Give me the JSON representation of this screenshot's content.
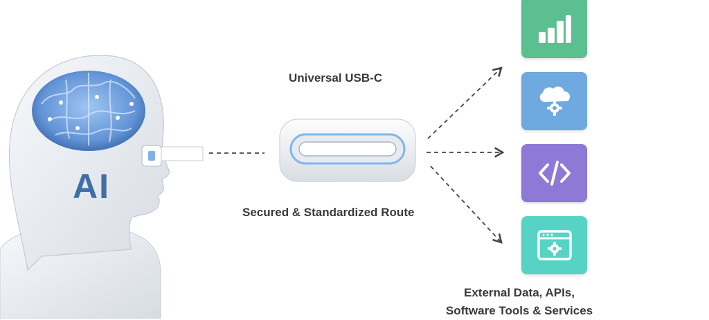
{
  "head": {
    "ai_text": "AI"
  },
  "connector": {
    "top_label": "Universal USB-C",
    "bottom_label": "Secured & Standardized Route"
  },
  "targets": {
    "label_line1": "External Data, APIs,",
    "label_line2": "Software Tools & Services",
    "items": [
      {
        "icon": "bar-chart-icon",
        "color": "#5cbf8f"
      },
      {
        "icon": "cloud-gear-icon",
        "color": "#6ea9e0"
      },
      {
        "icon": "code-brackets-icon",
        "color": "#8e79d6"
      },
      {
        "icon": "browser-gear-icon",
        "color": "#56d3c4"
      }
    ]
  },
  "colors": {
    "brain_glow": "#5b8fd6",
    "ai_text": "#3f6fa8",
    "head": "#eceff3",
    "arrow": "#444444"
  }
}
